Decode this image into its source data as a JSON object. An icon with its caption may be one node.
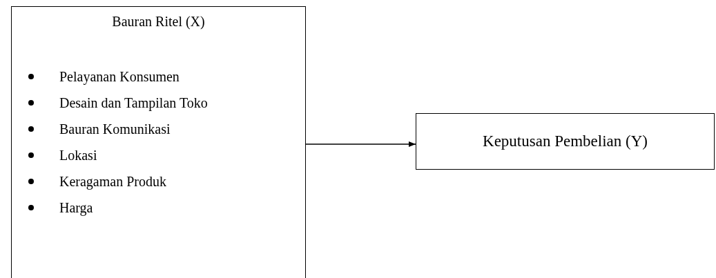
{
  "diagram": {
    "nodes": [
      {
        "text": [
          "Bauran Ritel (X)",
          "Pelayanan Konsumen",
          "Desain dan Tampilan Toko",
          "Bauran Komunikasi",
          "Lokasi",
          "Keragaman Produk",
          "Harga"
        ]
      },
      {
        "text": [
          "Keputusan Pembelian (Y)"
        ]
      }
    ],
    "edges": [
      {
        "from": 0,
        "to": 1,
        "arrow": "to"
      }
    ]
  }
}
